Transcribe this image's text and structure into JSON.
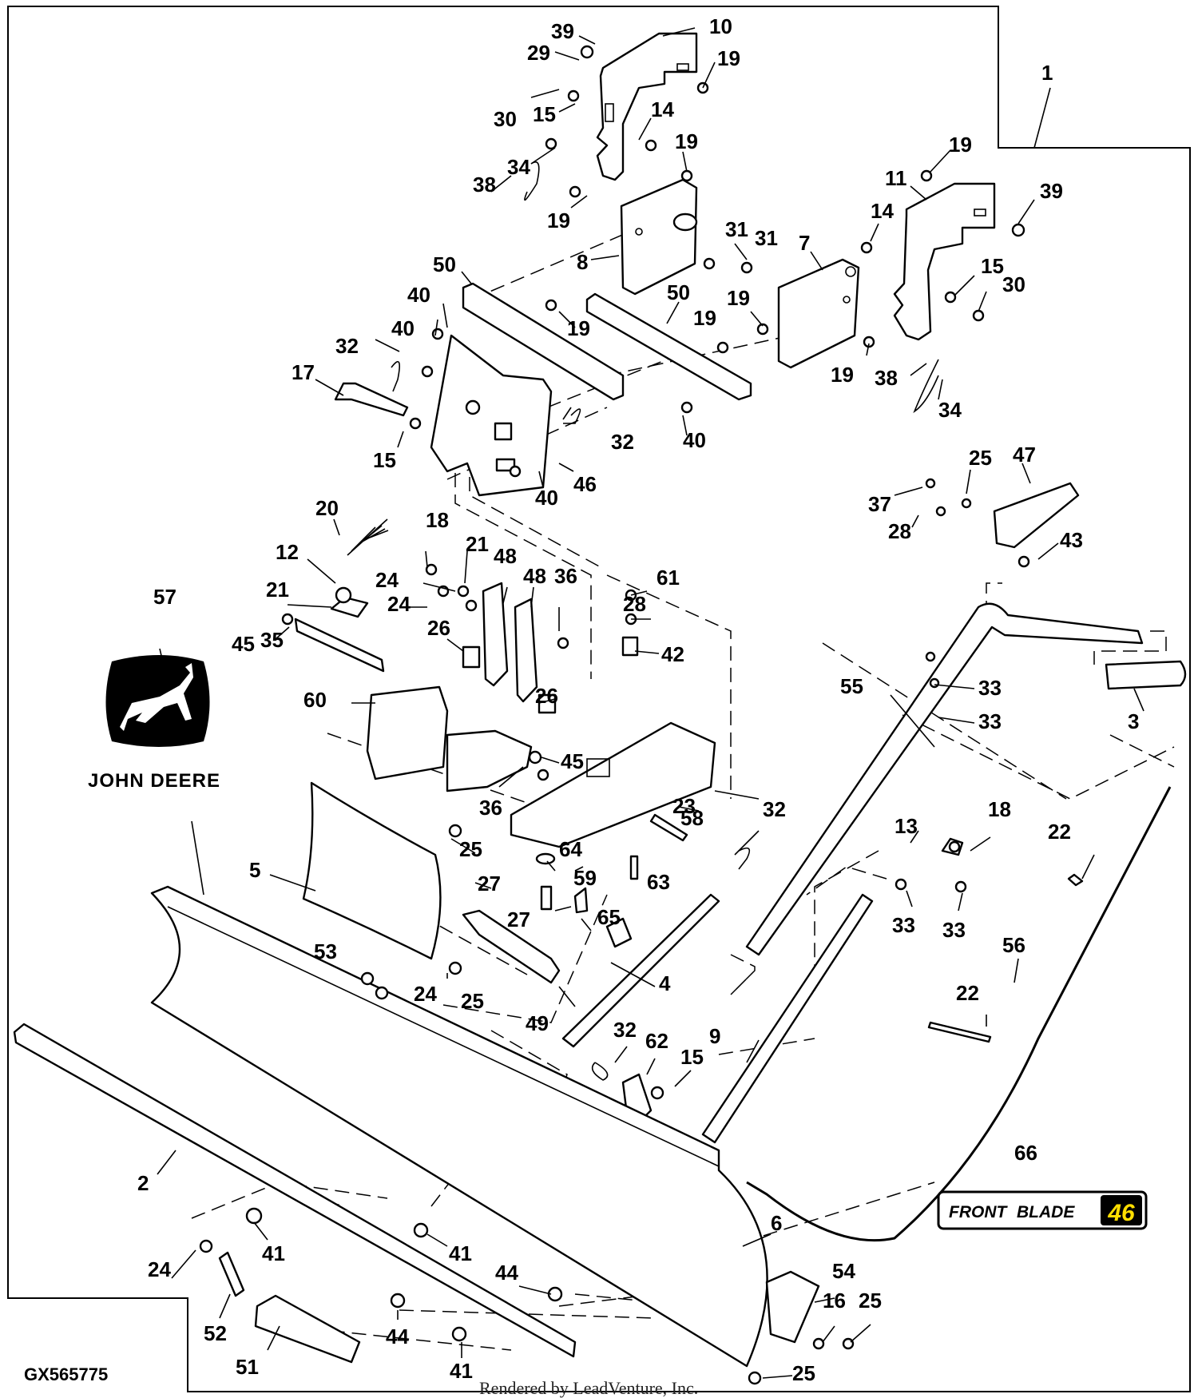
{
  "figure": {
    "id": "GX565775",
    "footer": "Rendered by LeadVenture, Inc."
  },
  "brand": {
    "name": "JOHN DEERE",
    "logo_icon": "john-deere-leaping-deer-icon",
    "callout": "57"
  },
  "product_badge": {
    "text_front": "FRONT",
    "text_blade": "BLADE",
    "size": "46",
    "accent_color": "#FFDE00",
    "callout": "66"
  },
  "callouts": [
    "39",
    "10",
    "29",
    "19",
    "30",
    "15",
    "14",
    "1",
    "34",
    "19",
    "38",
    "19",
    "19",
    "11",
    "39",
    "31",
    "14",
    "31",
    "7",
    "50",
    "8",
    "15",
    "30",
    "40",
    "50",
    "19",
    "19",
    "40",
    "19",
    "19",
    "38",
    "32",
    "34",
    "17",
    "40",
    "32",
    "15",
    "40",
    "46",
    "25",
    "47",
    "20",
    "37",
    "18",
    "21",
    "28",
    "43",
    "12",
    "48",
    "48",
    "24",
    "36",
    "61",
    "21",
    "24",
    "28",
    "45",
    "26",
    "42",
    "35",
    "55",
    "33",
    "33",
    "57",
    "60",
    "26",
    "3",
    "45",
    "36",
    "58",
    "23",
    "32",
    "25",
    "64",
    "13",
    "18",
    "22",
    "5",
    "27",
    "59",
    "63",
    "65",
    "27",
    "33",
    "33",
    "56",
    "53",
    "24",
    "25",
    "4",
    "49",
    "22",
    "32",
    "62",
    "9",
    "15",
    "66",
    "2",
    "6",
    "41",
    "41",
    "24",
    "44",
    "54",
    "16",
    "25",
    "52",
    "44",
    "51",
    "41",
    "25"
  ]
}
